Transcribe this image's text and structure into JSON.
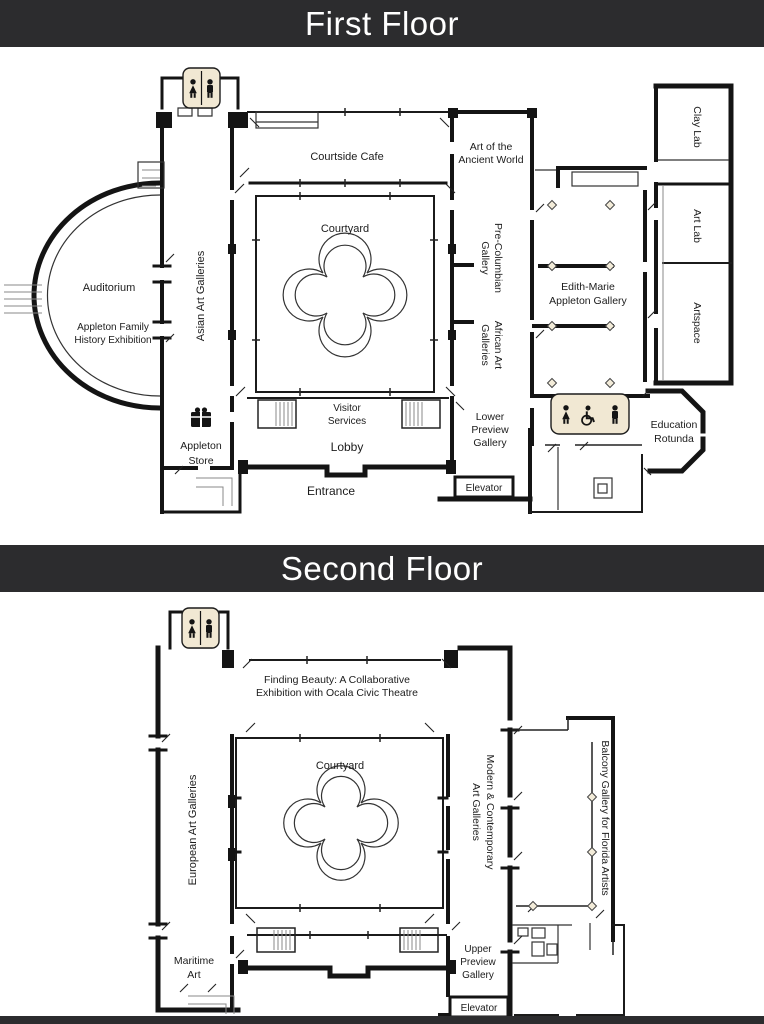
{
  "page": {
    "colors": {
      "bar": "#2c2c2e",
      "tan_sign": "#f1e8d3",
      "wall": "#141414"
    },
    "icons": {
      "restroom": "restroom-sign-woman-man",
      "accessible_restroom": "accessible-restroom-sign",
      "gift": "gift-shop-icon",
      "fountain": "quatrefoil-fountain",
      "column_marker": "diamond-column-marker"
    }
  },
  "first_floor": {
    "title": "First Floor",
    "labels": {
      "courtside_cafe": "Courtside Cafe",
      "ancient_1": "Art of the",
      "ancient_2": "Ancient World",
      "courtyard": "Courtyard",
      "asian": "Asian Art Galleries",
      "auditorium": "Auditorium",
      "family_1": "Appleton Family",
      "family_2": "History Exhibition",
      "precolumbian_1": "Pre-Columbian",
      "precolumbian_2": "Gallery",
      "african_1": "African Art",
      "african_2": "Galleries",
      "edith_1": "Edith-Marie",
      "edith_2": "Appleton Gallery",
      "clay_lab": "Clay Lab",
      "art_lab": "Art Lab",
      "artspace": "Artspace",
      "lower_1": "Lower",
      "lower_2": "Preview",
      "lower_3": "Gallery",
      "education_1": "Education",
      "education_2": "Rotunda",
      "elevator": "Elevator",
      "store_1": "Appleton",
      "store_2": "Store",
      "visitor_1": "Visitor",
      "visitor_2": "Services",
      "lobby": "Lobby",
      "entrance": "Entrance"
    }
  },
  "second_floor": {
    "title": "Second Floor",
    "labels": {
      "finding_1": "Finding Beauty: A Collaborative",
      "finding_2": "Exhibition with Ocala Civic Theatre",
      "european": "European Art Galleries",
      "courtyard": "Courtyard",
      "modern_1": "Modern & Contemporary",
      "modern_2": "Art Galleries",
      "balcony": "Balcony Gallery for Florida Artists",
      "maritime_1": "Maritime",
      "maritime_2": "Art",
      "upper_1": "Upper",
      "upper_2": "Preview",
      "upper_3": "Gallery",
      "elevator": "Elevator"
    }
  }
}
